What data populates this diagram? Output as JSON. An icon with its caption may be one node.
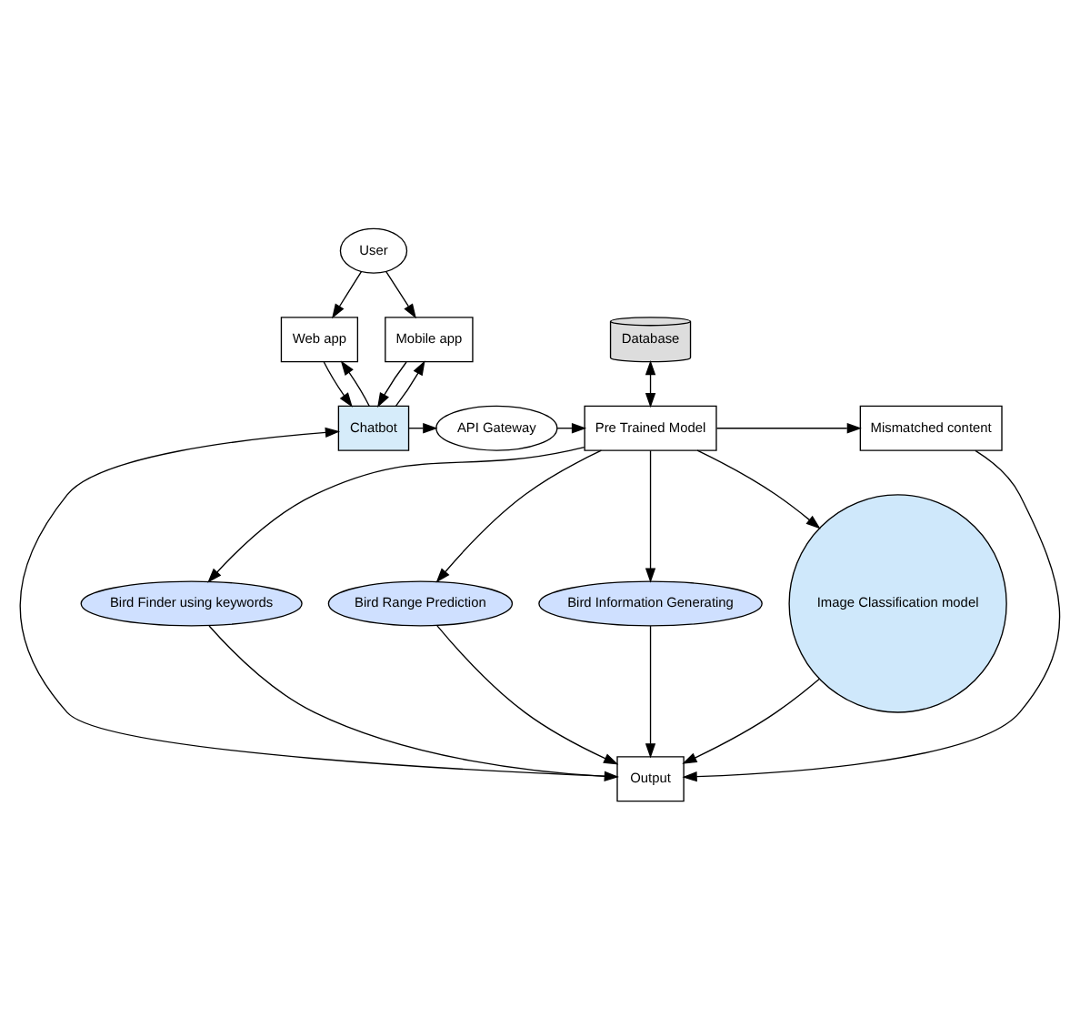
{
  "diagram": {
    "nodes": [
      {
        "text": [
          "User"
        ]
      },
      {
        "text": [
          "Mobile app"
        ]
      },
      {
        "text": [
          "Web app"
        ]
      },
      {
        "text": [
          "Chatbot"
        ]
      },
      {
        "text": [
          "API Gateway"
        ]
      },
      {
        "text": [
          "Database"
        ]
      },
      {
        "text": [
          "Pre Trained Model"
        ]
      },
      {
        "text": [
          "Mismatched content"
        ]
      },
      {
        "text": [
          "Image Classification model"
        ]
      },
      {
        "text": [
          "Bird Finder using keywords"
        ]
      },
      {
        "text": [
          "Bird Range Prediction"
        ]
      },
      {
        "text": [
          "Bird Information Generating"
        ]
      },
      {
        "text": [
          "Output"
        ]
      }
    ],
    "edges": [
      {
        "from": 0,
        "to": 1,
        "arrow": "to"
      },
      {
        "from": 0,
        "to": 2,
        "arrow": "to"
      },
      {
        "from": 1,
        "to": 3,
        "arrow": "to"
      },
      {
        "from": 2,
        "to": 3,
        "arrow": "to"
      },
      {
        "from": 3,
        "to": 1,
        "arrow": "to"
      },
      {
        "from": 3,
        "to": 2,
        "arrow": "to"
      },
      {
        "from": 3,
        "to": 4,
        "arrow": "to"
      },
      {
        "from": 4,
        "to": 6,
        "arrow": "to"
      },
      {
        "from": 5,
        "to": 6,
        "arrow": "both"
      },
      {
        "from": 6,
        "to": 7,
        "arrow": "to"
      },
      {
        "from": 6,
        "to": 8,
        "arrow": "to"
      },
      {
        "from": 6,
        "to": 9,
        "arrow": "to"
      },
      {
        "from": 6,
        "to": 10,
        "arrow": "to"
      },
      {
        "from": 6,
        "to": 11,
        "arrow": "to"
      },
      {
        "from": 8,
        "to": 12,
        "arrow": "to"
      },
      {
        "from": 9,
        "to": 12,
        "arrow": "to"
      },
      {
        "from": 10,
        "to": 12,
        "arrow": "to"
      },
      {
        "from": 11,
        "to": 12,
        "arrow": "to"
      },
      {
        "from": 7,
        "to": 12,
        "arrow": "to"
      },
      {
        "from": 12,
        "to": 3,
        "arrow": "to"
      }
    ]
  }
}
